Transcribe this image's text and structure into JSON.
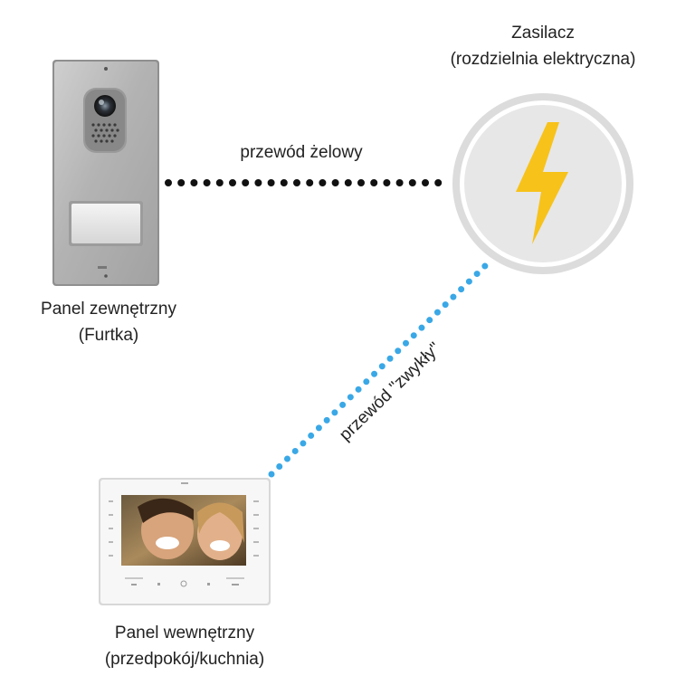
{
  "power_supply": {
    "title": "Zasilacz",
    "subtitle": "(rozdzielnia elektryczna)",
    "icon": "lightning-bolt-icon"
  },
  "outdoor_panel": {
    "title": "Panel zewnętrzny",
    "subtitle": "(Furtka)",
    "icon": "door-station-camera-icon"
  },
  "indoor_panel": {
    "title": "Panel wewnętrzny",
    "subtitle": "(przedpokój/kuchnia)",
    "icon": "video-monitor-icon"
  },
  "links": {
    "top_label": "przewód żelowy",
    "diagonal_label": "przewód \"zwykły\""
  },
  "colors": {
    "gel_wire": "#111111",
    "regular_wire": "#3aa8e6",
    "bolt": "#f7c21a",
    "circle_fill": "#e7e7e7",
    "circle_ring": "#dcdcdc"
  }
}
